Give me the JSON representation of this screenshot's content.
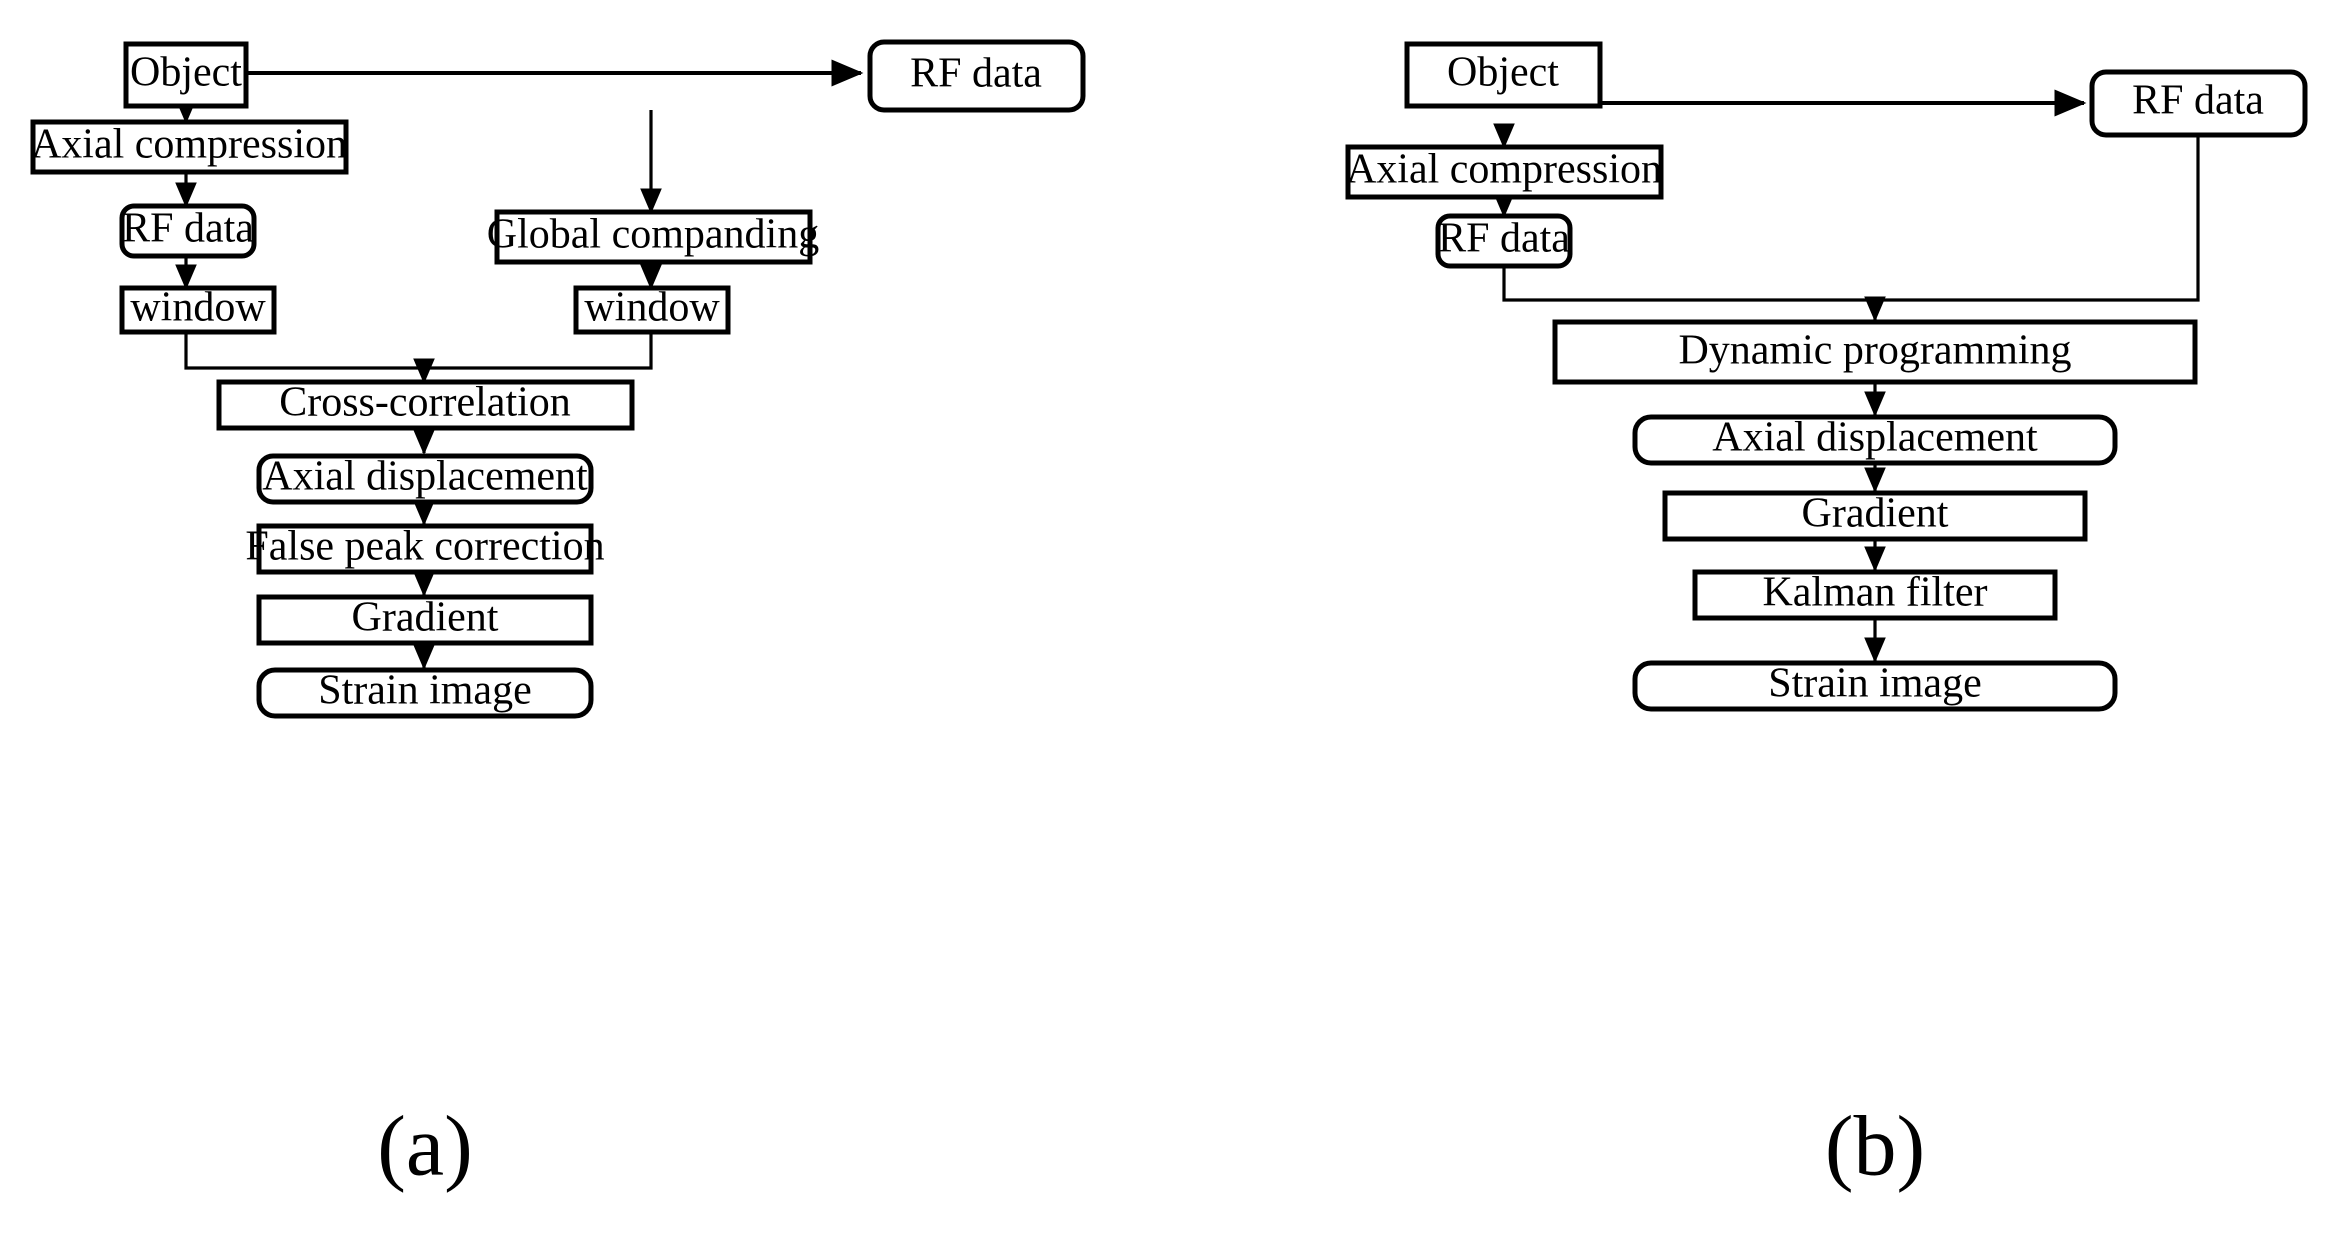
{
  "figure": {
    "caption_a": "(a)",
    "caption_b": "(b)"
  },
  "panel_a": {
    "caption": "(a)",
    "nodes": {
      "object": "Object",
      "rf_data_right": "RF data",
      "axial_compression": "Axial compression",
      "rf_data_left": "RF data",
      "global_companding": "Global companding",
      "window_left": "window",
      "window_right": "window",
      "cross_correlation": "Cross-correlation",
      "axial_displacement": "Axial displacement",
      "false_peak_correction": "False peak correction",
      "gradient": "Gradient",
      "strain_image": "Strain image"
    }
  },
  "panel_b": {
    "caption": "(b)",
    "nodes": {
      "object": "Object",
      "rf_data_right": "RF data",
      "axial_compression": "Axial compression",
      "rf_data_left": "RF data",
      "dynamic_programming": "Dynamic programming",
      "axial_displacement": "Axial displacement",
      "gradient": "Gradient",
      "kalman_filter": "Kalman filter",
      "strain_image": "Strain image"
    }
  },
  "colors": {
    "stroke": "#000000",
    "fill": "#ffffff",
    "background": "#ffffff"
  }
}
